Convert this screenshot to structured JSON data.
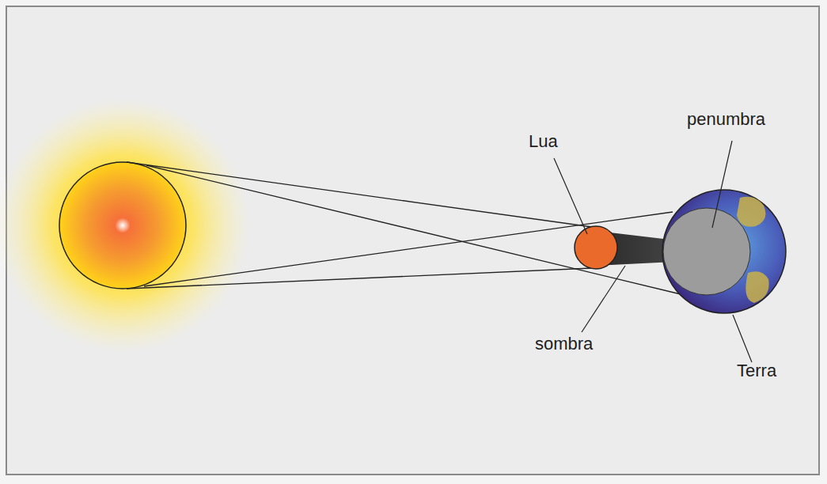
{
  "diagram": {
    "labels": [
      "Lua",
      "penumbra",
      "sombra",
      "Terra"
    ]
  }
}
